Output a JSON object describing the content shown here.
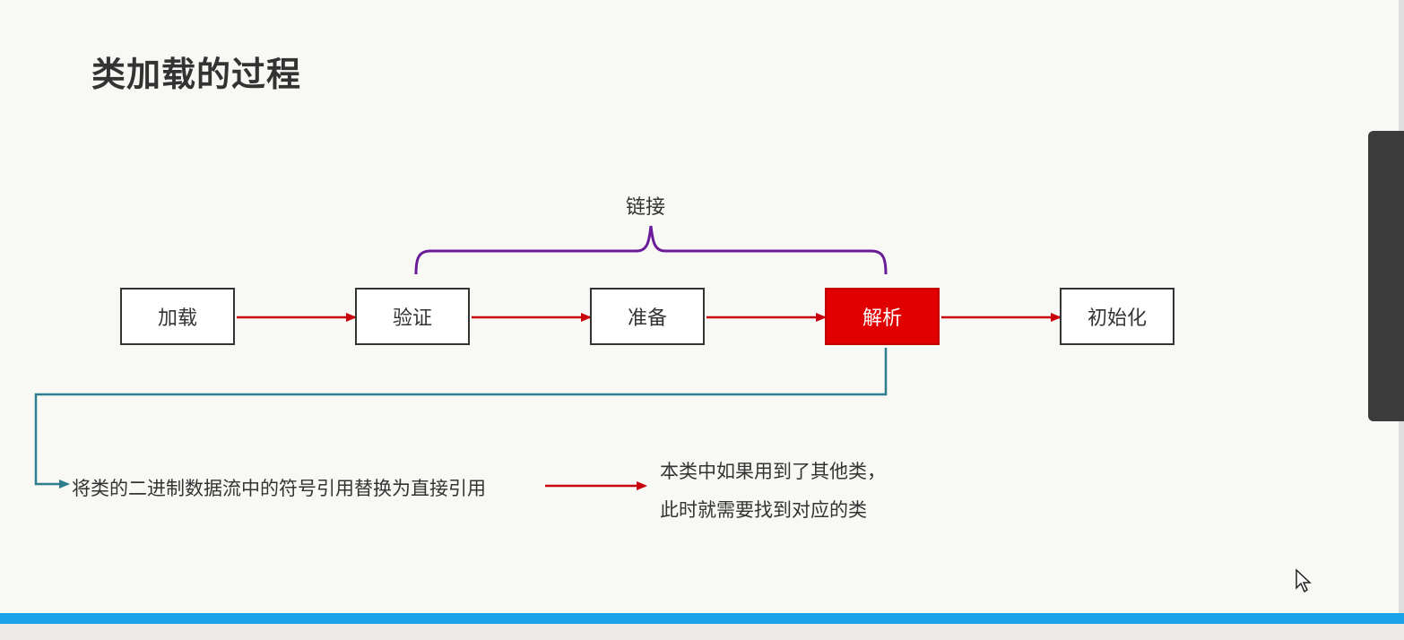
{
  "slide": {
    "title": "类加载的过程"
  },
  "diagram": {
    "group_label": "链接",
    "stages": [
      {
        "label": "加载",
        "active": false
      },
      {
        "label": "验证",
        "active": false
      },
      {
        "label": "准备",
        "active": false
      },
      {
        "label": "解析",
        "active": true
      },
      {
        "label": "初始化",
        "active": false
      }
    ],
    "resolve_note": "将类的二进制数据流中的符号引用替换为直接引用",
    "result_note_line1": "本类中如果用到了其他类，",
    "result_note_line2": "此时就需要找到对应的类"
  },
  "colors": {
    "arrow": "#c8000a",
    "bracket": "#6a1b9a",
    "connector": "#2e7d8c",
    "active_box": "#e00000",
    "progress": "#1aa3e8"
  }
}
